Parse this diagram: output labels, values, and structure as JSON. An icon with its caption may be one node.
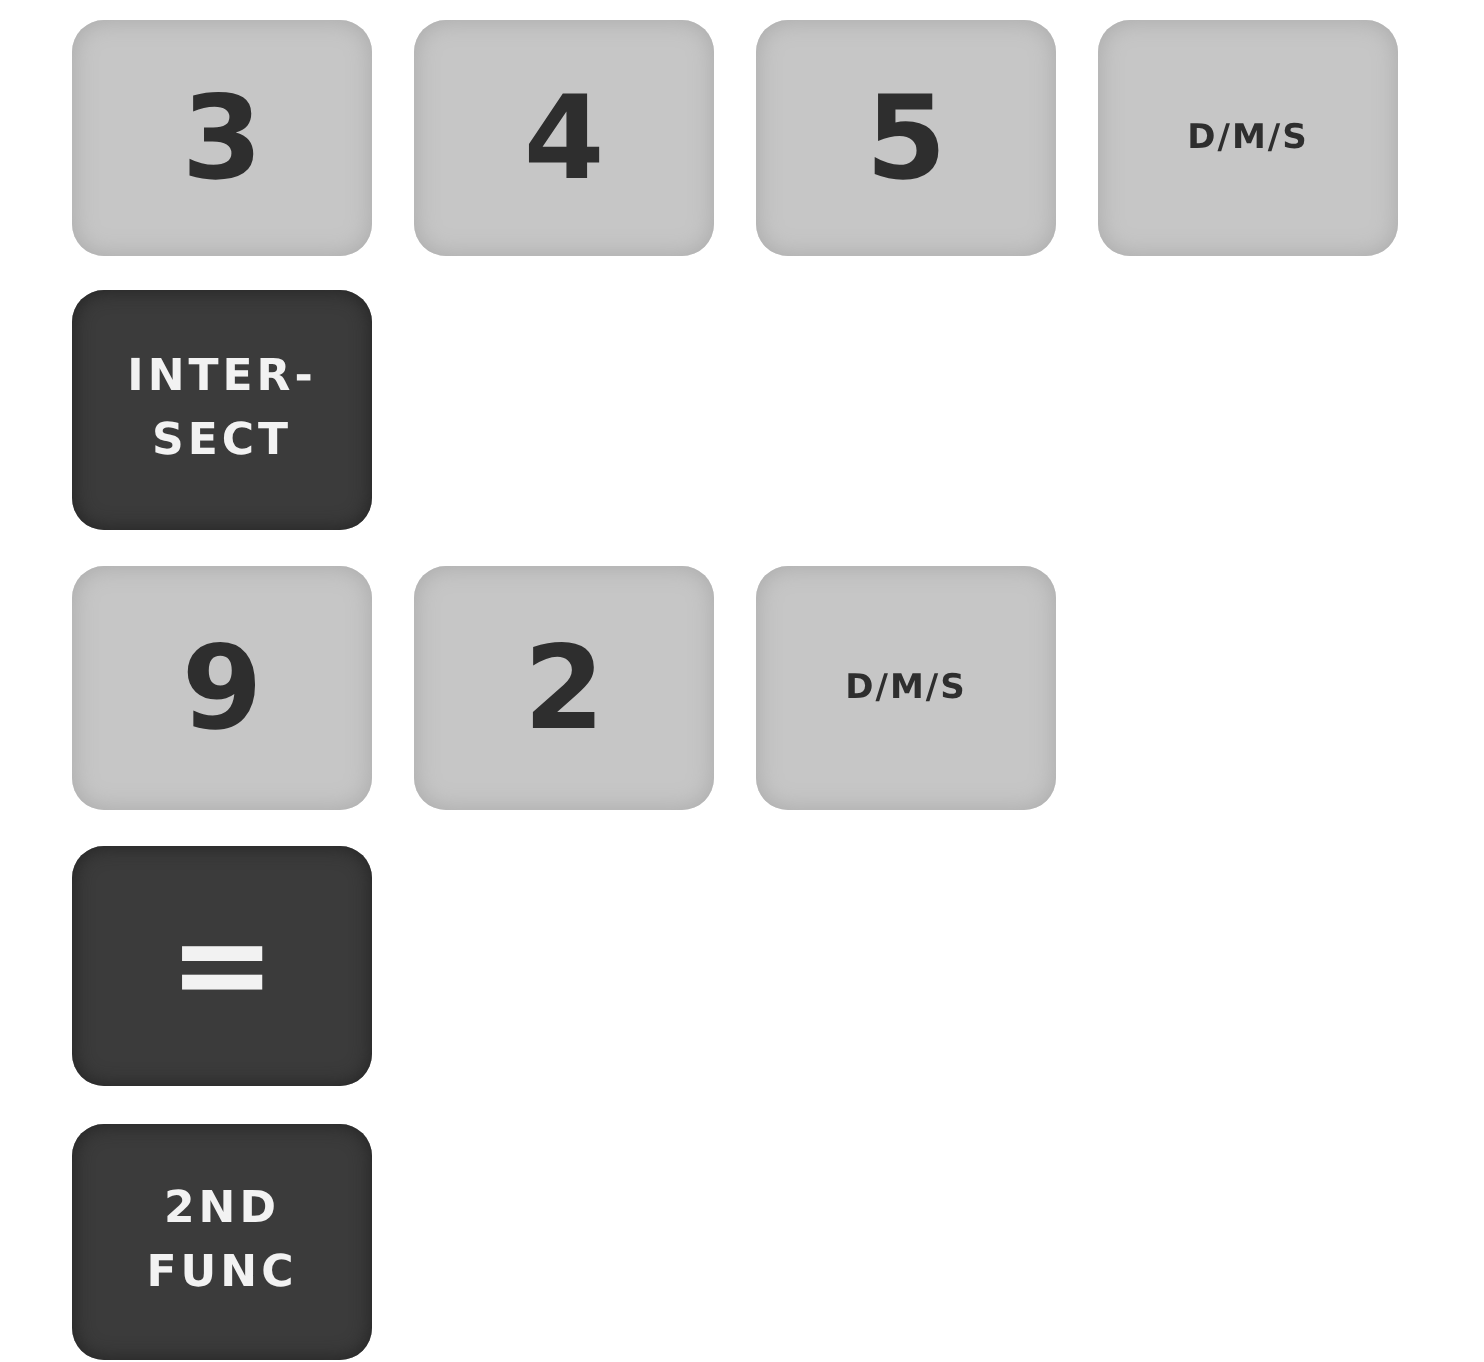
{
  "diagram": {
    "nodes": [
      {
        "text": [
          "3"
        ]
      },
      {
        "text": [
          "4"
        ]
      },
      {
        "text": [
          "5"
        ]
      },
      {
        "text": [
          "D/M/S"
        ]
      },
      {
        "text": [
          "INTER- SECT"
        ]
      },
      {
        "text": [
          "9"
        ]
      },
      {
        "text": [
          "2"
        ]
      },
      {
        "text": [
          "D/M/S"
        ]
      },
      {
        "text": [
          "="
        ]
      },
      {
        "text": [
          "2ND FUNC"
        ]
      }
    ]
  }
}
